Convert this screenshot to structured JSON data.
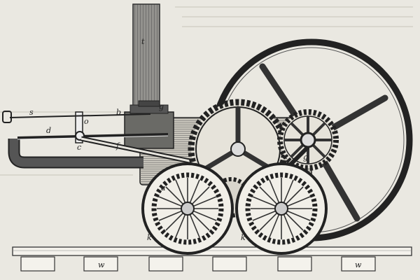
{
  "labels": {
    "t": "t",
    "s": "s",
    "o": "o",
    "g_top": "g",
    "b": "b",
    "d": "d",
    "c": "c",
    "f": "f",
    "g": "g",
    "a": "a",
    "k_left": "k",
    "k_right": "k",
    "w_left": "w",
    "w_right": "w"
  }
}
